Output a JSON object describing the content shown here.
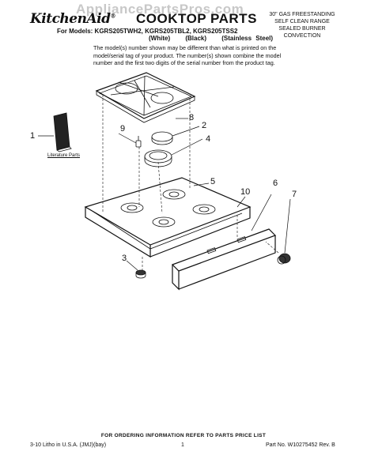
{
  "watermark": "AppliancePartsPros.com",
  "brand": "KitchenAid",
  "brand_mark": "®",
  "title": "COOKTOP PARTS",
  "description_lines": [
    "30\" GAS FREESTANDING",
    "SELF CLEAN RANGE",
    "SEALED BURNER",
    "CONVECTION"
  ],
  "models_line": "For Models: KGRS205TWH2, KGRS205TBL2, KGRS205TSS2",
  "variants": [
    "(White)",
    "(Black)",
    "(Stainless Steel)"
  ],
  "note": "The model(s) number shown may be different than what is printed on the model/serial tag of your product. The number(s) shown combine the model number and the first two digits of the serial number from the product tag.",
  "callouts": [
    "1",
    "2",
    "3",
    "4",
    "5",
    "6",
    "7",
    "8",
    "9",
    "10"
  ],
  "literature_label": "Literature Parts",
  "footer": {
    "ordering": "FOR ORDERING INFORMATION REFER TO PARTS PRICE LIST",
    "left": "3-10 Litho in U.S.A. (JMJ)(bay)",
    "page": "1",
    "part_no": "Part No. W10275452 Rev. B"
  }
}
